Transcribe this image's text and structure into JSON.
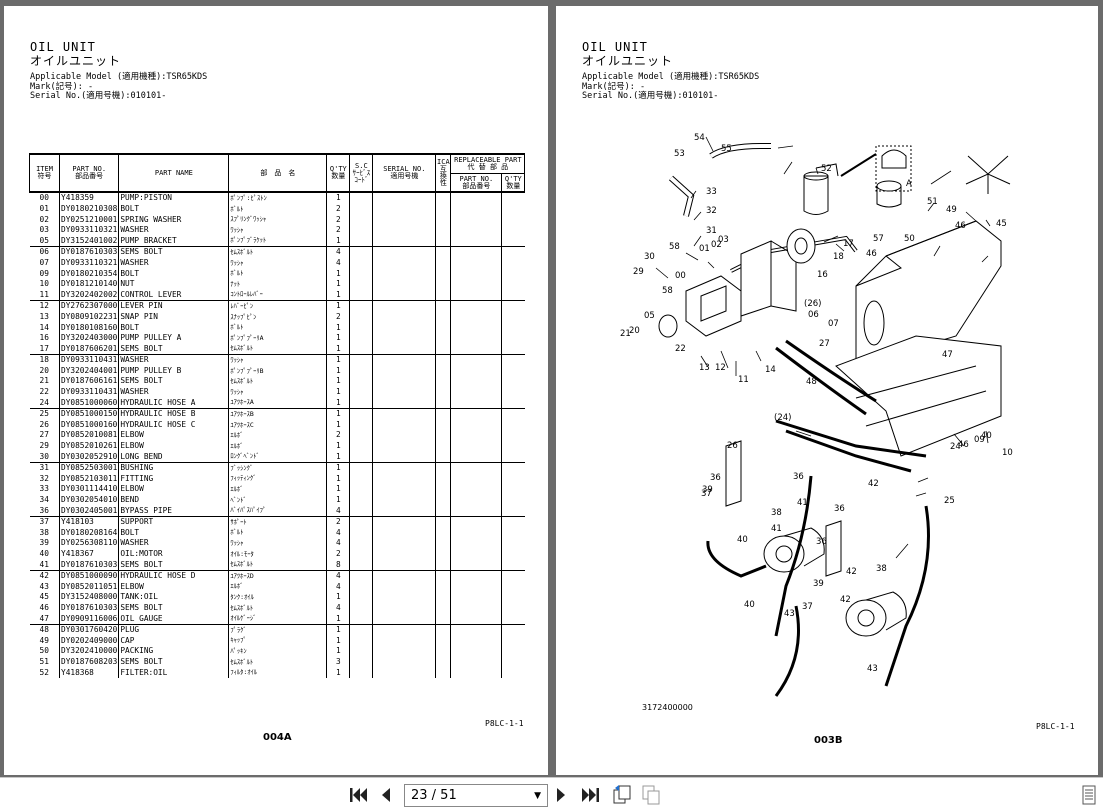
{
  "left_page": {
    "title_en": "OIL UNIT",
    "title_jp": "オイルユニット",
    "model_line": "Applicable Model (適用機種):TSR65KDS",
    "mark_line": "Mark(記号): -",
    "serial_line": "Serial No.(適用号機):010101-",
    "headers": {
      "item": "ITEM",
      "item_jp": "符号",
      "part_no": "PART NO.",
      "part_no_jp": "部品番号",
      "part_name": "PART NAME",
      "jp_name": "部　品　名",
      "qty": "Q'TY",
      "qty_jp": "数量",
      "sc": "S.C",
      "sc_jp1": "ｻｰﾋﾞｽ",
      "sc_jp2": "ｺｰﾄﾞ",
      "serial": "SERIAL NO.",
      "serial_jp": "適用号機",
      "ica": "ICA",
      "ica_jp1": "互",
      "ica_jp2": "換",
      "ica_jp3": "性",
      "replaceable": "REPLACEABLE PART",
      "replaceable_jp": "代 替 部 品",
      "rep_part_no": "PART NO.",
      "rep_part_no_jp": "部品番号",
      "rep_qty": "Q'TY",
      "rep_qty_jp": "数量"
    },
    "rows": [
      [
        "00",
        "Y418359",
        "PUMP:PISTON",
        "ﾎﾟﾝﾌﾟ:ﾋﾟｽﾄﾝ",
        "1"
      ],
      [
        "01",
        "DY0180210308",
        "BOLT",
        "ﾎﾞﾙﾄ",
        "2"
      ],
      [
        "02",
        "DY0251210001",
        "SPRING WASHER",
        "ｽﾌﾟﾘﾝｸﾞﾜｯｼｬ",
        "2"
      ],
      [
        "03",
        "DY0933110321",
        "WASHER",
        "ﾜｯｼｬ",
        "2"
      ],
      [
        "05",
        "DY3152401002",
        "PUMP BRACKET",
        "ﾎﾟﾝﾌﾟﾌﾞﾗｹｯﾄ",
        "1"
      ],
      [
        "06",
        "DY0187610303",
        "SEMS BOLT",
        "ｾﾑｽﾎﾞﾙﾄ",
        "4"
      ],
      [
        "07",
        "DY0933110321",
        "WASHER",
        "ﾜｯｼｬ",
        "4"
      ],
      [
        "09",
        "DY0180210354",
        "BOLT",
        "ﾎﾞﾙﾄ",
        "1"
      ],
      [
        "10",
        "DY0181210140",
        "NUT",
        "ﾅｯﾄ",
        "1"
      ],
      [
        "11",
        "DY3202402002",
        "CONTROL LEVER",
        "ｺﾝﾄﾛｰﾙﾚﾊﾞｰ",
        "1"
      ],
      [
        "12",
        "DY2762307000",
        "LEVER PIN",
        "ﾚﾊﾞｰﾋﾟﾝ",
        "1"
      ],
      [
        "13",
        "DY0809102231",
        "SNAP PIN",
        "ｽﾅｯﾌﾟﾋﾟﾝ",
        "2"
      ],
      [
        "14",
        "DY0180108160",
        "BOLT",
        "ﾎﾞﾙﾄ",
        "1"
      ],
      [
        "16",
        "DY3202403000",
        "PUMP PULLEY A",
        "ﾎﾟﾝﾌﾟﾌﾟｰﾘA",
        "1"
      ],
      [
        "17",
        "DY0187606201",
        "SEMS BOLT",
        "ｾﾑｽﾎﾞﾙﾄ",
        "1"
      ],
      [
        "18",
        "DY0933110431",
        "WASHER",
        "ﾜｯｼｬ",
        "1"
      ],
      [
        "20",
        "DY3202404001",
        "PUMP PULLEY B",
        "ﾎﾟﾝﾌﾟﾌﾟｰﾘB",
        "1"
      ],
      [
        "21",
        "DY0187606161",
        "SEMS BOLT",
        "ｾﾑｽﾎﾞﾙﾄ",
        "1"
      ],
      [
        "22",
        "DY0933110431",
        "WASHER",
        "ﾜｯｼｬ",
        "1"
      ],
      [
        "24",
        "DY0851000060",
        "HYDRAULIC HOSE A",
        "ﾕｱﾂﾎｰｽA",
        "1"
      ],
      [
        "25",
        "DY0851000150",
        "HYDRAULIC HOSE B",
        "ﾕｱﾂﾎｰｽB",
        "1"
      ],
      [
        "26",
        "DY0851000160",
        "HYDRAULIC HOSE C",
        "ﾕｱﾂﾎｰｽC",
        "1"
      ],
      [
        "27",
        "DY0852010081",
        "ELBOW",
        "ｴﾙﾎﾞ",
        "2"
      ],
      [
        "29",
        "DY0852010261",
        "ELBOW",
        "ｴﾙﾎﾞ",
        "1"
      ],
      [
        "30",
        "DY0302052910",
        "LONG BEND",
        "ﾛﾝｸﾞﾍﾞﾝﾄﾞ",
        "1"
      ],
      [
        "31",
        "DY0852503001",
        "BUSHING",
        "ﾌﾞｯｼﾝｸﾞ",
        "1"
      ],
      [
        "32",
        "DY0852103011",
        "FITTING",
        "ﾌｨｯﾃｨﾝｸﾞ",
        "1"
      ],
      [
        "33",
        "DY0301114410",
        "ELBOW",
        "ｴﾙﾎﾞ",
        "1"
      ],
      [
        "34",
        "DY0302054010",
        "BEND",
        "ﾍﾞﾝﾄﾞ",
        "1"
      ],
      [
        "36",
        "DY0302405001",
        "BYPASS PIPE",
        "ﾊﾞｲﾊﾟｽﾊﾟｲﾌﾟ",
        "4"
      ],
      [
        "37",
        "Y418103",
        "SUPPORT",
        "ｻﾎﾟｰﾄ",
        "2"
      ],
      [
        "38",
        "DY0180208164",
        "BOLT",
        "ﾎﾞﾙﾄ",
        "4"
      ],
      [
        "39",
        "DY0256308110",
        "WASHER",
        "ﾜｯｼｬ",
        "4"
      ],
      [
        "40",
        "Y418367",
        "OIL:MOTOR",
        "ｵｲﾙ:ﾓｰﾀ",
        "2"
      ],
      [
        "41",
        "DY0187610303",
        "SEMS BOLT",
        "ｾﾑｽﾎﾞﾙﾄ",
        "8"
      ],
      [
        "42",
        "DY0851000090",
        "HYDRAULIC HOSE D",
        "ﾕｱﾂﾎｰｽD",
        "4"
      ],
      [
        "43",
        "DY0852011051",
        "ELBOW",
        "ｴﾙﾎﾞ",
        "4"
      ],
      [
        "45",
        "DY3152408000",
        "TANK:OIL",
        "ﾀﾝｸ:ｵｲﾙ",
        "1"
      ],
      [
        "46",
        "DY0187610303",
        "SEMS BOLT",
        "ｾﾑｽﾎﾞﾙﾄ",
        "4"
      ],
      [
        "47",
        "DY0909116006",
        "OIL GAUGE",
        "ｵｲﾙｹﾞｰｼﾞ",
        "1"
      ],
      [
        "48",
        "DY0301760420",
        "PLUG",
        "ﾌﾟﾗｸﾞ",
        "1"
      ],
      [
        "49",
        "DY0202409000",
        "CAP",
        "ｷｬｯﾌﾟ",
        "1"
      ],
      [
        "50",
        "DY3202410000",
        "PACKING",
        "ﾊﾟｯｷﾝ",
        "1"
      ],
      [
        "51",
        "DY0187608203",
        "SEMS BOLT",
        "ｾﾑｽﾎﾞﾙﾄ",
        "3"
      ],
      [
        "52",
        "Y418368",
        "FILTER:OIL",
        "ﾌｨﾙﾀ:ｵｲﾙ",
        "1"
      ]
    ],
    "footer_code": "P8LC-1-1",
    "page_code": "004A"
  },
  "right_page": {
    "title_en": "OIL UNIT",
    "title_jp": "オイルユニット",
    "model_line": "Applicable Model (適用機種):TSR65KDS",
    "mark_line": "Mark(記号): -",
    "serial_line": "Serial No.(適用号機):010101-",
    "diagram_number": "3172400000",
    "callouts": [
      "54",
      "55",
      "53",
      "52",
      "A",
      "33",
      "32",
      "31",
      "58",
      "01",
      "02",
      "03",
      "17",
      "18",
      "16",
      "57",
      "46",
      "51",
      "49",
      "46",
      "50",
      "45",
      "30",
      "29",
      "00",
      "58",
      "05",
      "20",
      "21",
      "22",
      "13",
      "12",
      "11",
      "14",
      "27",
      "(26)",
      "06",
      "07",
      "47",
      "48",
      "(24)",
      "26",
      "36",
      "36",
      "37",
      "39",
      "38",
      "41",
      "42",
      "25",
      "24",
      "46",
      "10",
      "09",
      "40",
      "36",
      "40",
      "39",
      "41",
      "42",
      "38",
      "37",
      "36",
      "43",
      "40",
      "43",
      "42"
    ],
    "footer_code": "P8LC-1-1",
    "page_code": "003B"
  },
  "toolbar": {
    "page_indicator": "23 / 51",
    "icons": [
      "first-page-icon",
      "prev-page-icon",
      "next-page-icon",
      "last-page-icon",
      "two-page-icon",
      "continuous-page-icon",
      "document-menu-icon"
    ]
  }
}
